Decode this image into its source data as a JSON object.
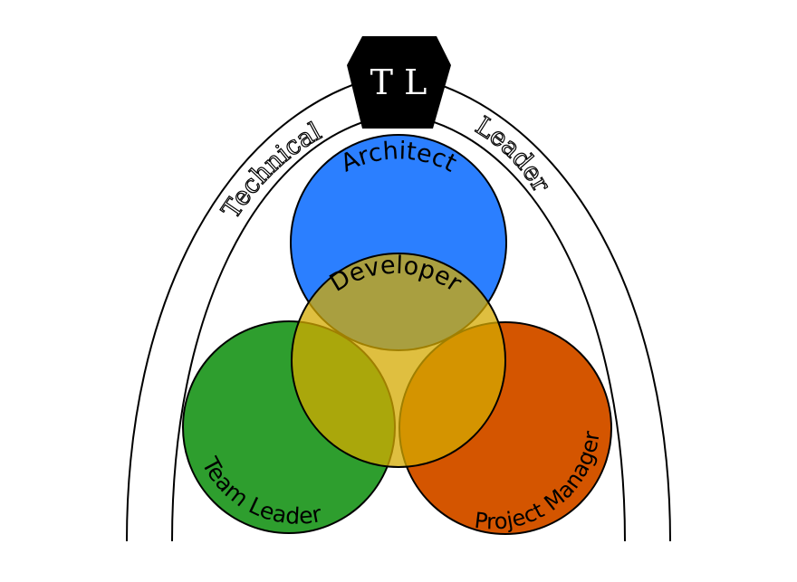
{
  "badge": {
    "text": "T L",
    "fill": "#000000",
    "text_color": "#ffffff"
  },
  "arch": {
    "left_label": "Technical",
    "right_label": "Leader",
    "stroke": "#000000",
    "fill": "#ffffff"
  },
  "roles": [
    {
      "name": "Architect",
      "color": "#2b7fff"
    },
    {
      "name": "Team Leader",
      "color": "#2e9e2e"
    },
    {
      "name": "Project Manager",
      "color": "#d45500"
    },
    {
      "name": "Developer",
      "color": "#d4aa00"
    }
  ]
}
